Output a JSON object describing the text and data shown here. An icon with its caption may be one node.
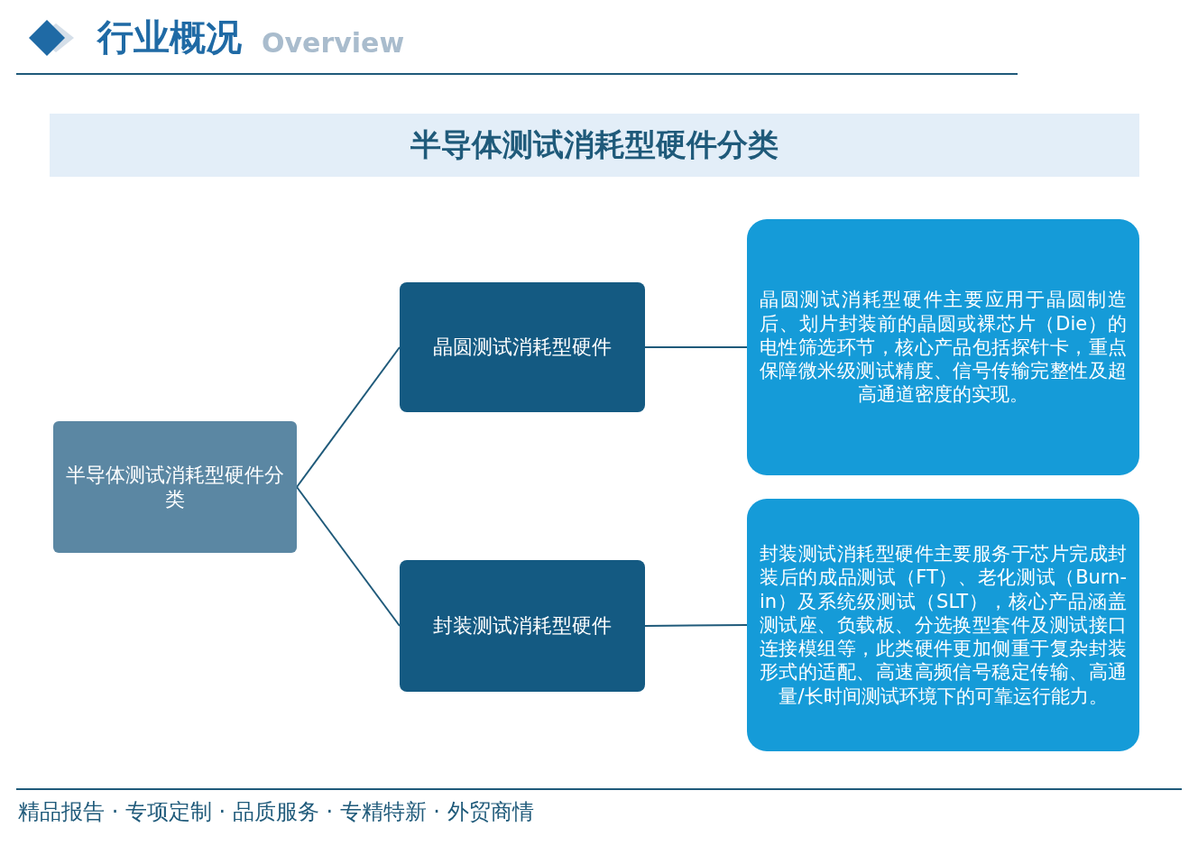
{
  "diagram": {
    "title": "半导体测试消耗型硬件分类",
    "nodes": [
      {
        "text": [
          "半导体测试消耗型硬件分类"
        ]
      },
      {
        "text": [
          "晶圆测试消耗型硬件"
        ]
      },
      {
        "text": [
          "封装测试消耗型硬件"
        ]
      },
      {
        "text": [
          "晶圆测试消耗型硬件主要应用于晶圆制造后、划片封装前的晶圆或裸芯片（Die）的电性筛选环节，核心产品包括探针卡，重点保障微米级测试精度、信号传输完整性及超高通道密度的实现。"
        ]
      },
      {
        "text": [
          "封装测试消耗型硬件主要服务于芯片完成封装后的成品测试（FT）、老化测试（Burn-in）及系统级测试（SLT），核心产品涵盖测试座、负载板、分选换型套件及测试接口连接模组等，此类硬件更加侧重于复杂封装形式的适配、高速高频信号稳定传输、高通量/长时间测试环境下的可靠运行能力。"
        ]
      }
    ],
    "edges": [
      {
        "from": 0,
        "to": 1,
        "arrow": "none"
      },
      {
        "from": 0,
        "to": 2,
        "arrow": "none"
      },
      {
        "from": 1,
        "to": 3,
        "arrow": "none"
      },
      {
        "from": 2,
        "to": 4,
        "arrow": "none"
      }
    ],
    "labels": [
      "行业概况",
      "Overview",
      "精品报告 · 专项定制 · 品质服务 · 专精特新 · 外贸商情"
    ]
  }
}
